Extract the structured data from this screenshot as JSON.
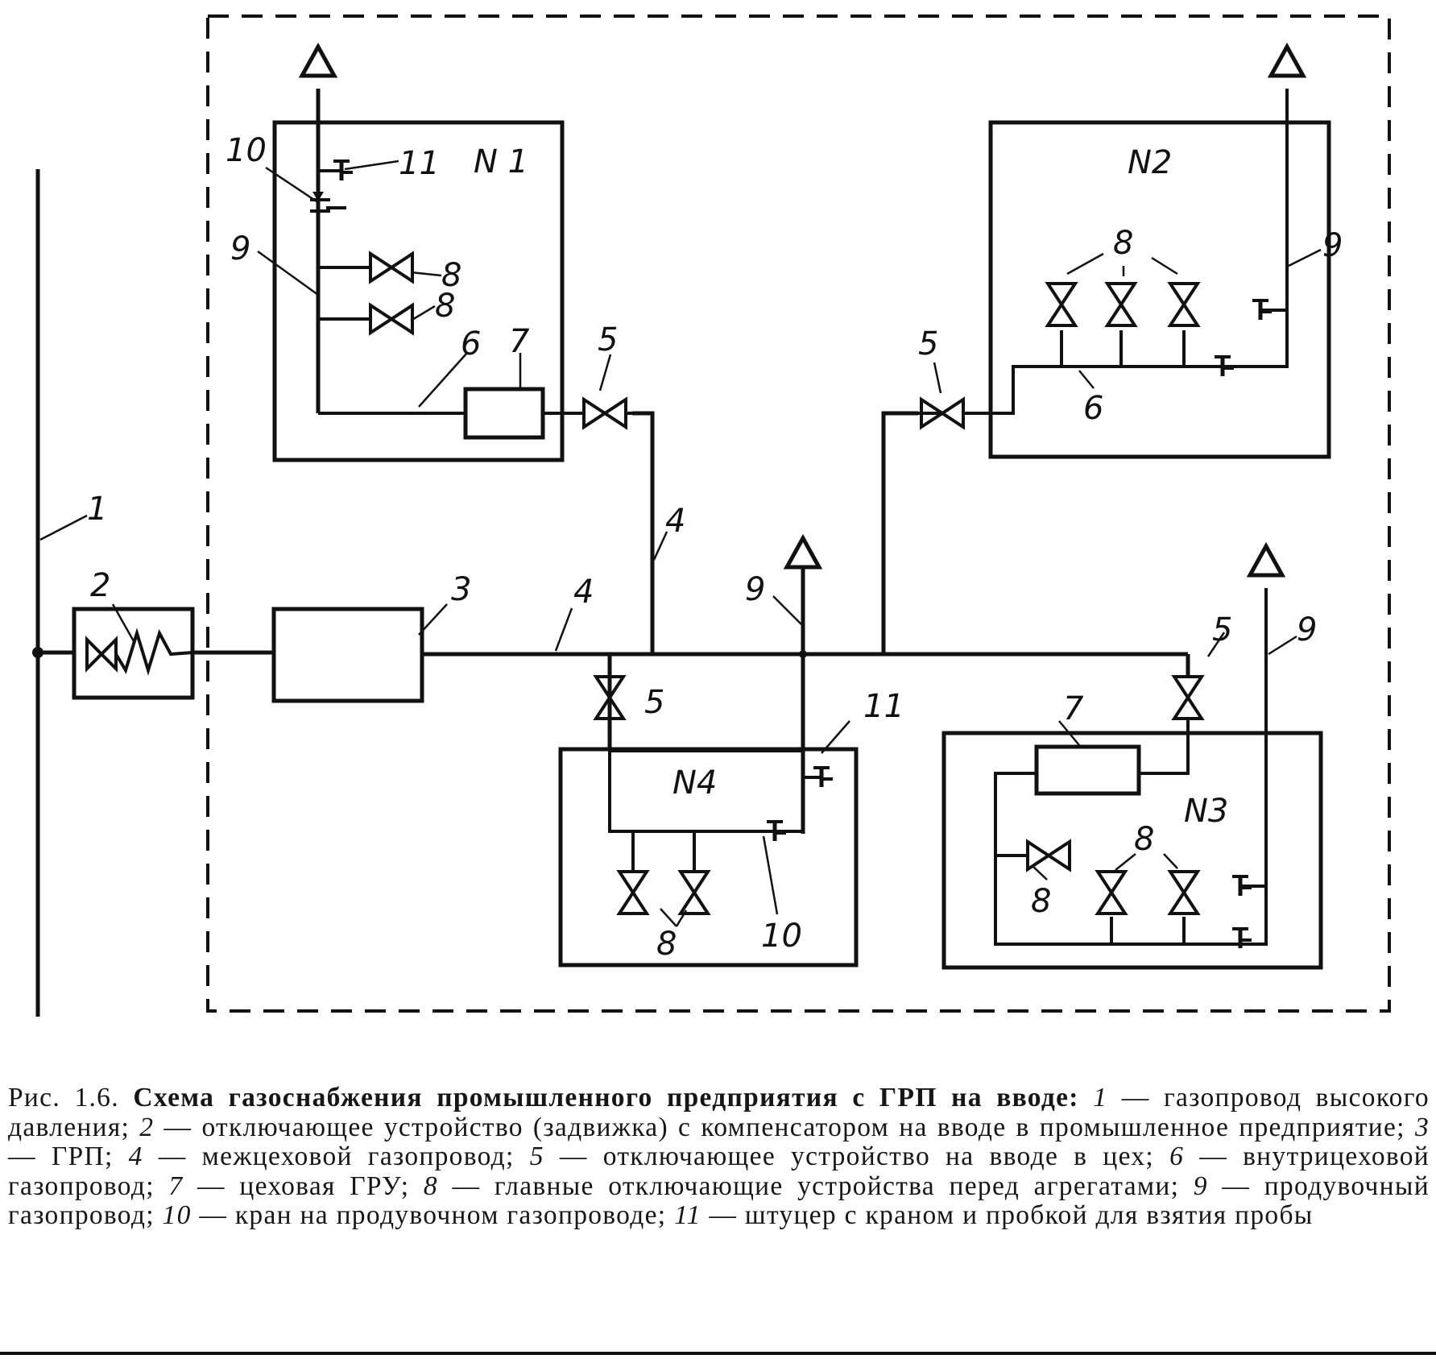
{
  "figure": {
    "shops": [
      {
        "id": "n1",
        "title": "N 1"
      },
      {
        "id": "n2",
        "title": "N2"
      },
      {
        "id": "n3",
        "title": "N3"
      },
      {
        "id": "n4",
        "title": "N4"
      }
    ],
    "callouts": [
      {
        "id": "c1",
        "text": "1"
      },
      {
        "id": "c2",
        "text": "2"
      },
      {
        "id": "c3",
        "text": "3"
      },
      {
        "id": "c4a",
        "text": "4"
      },
      {
        "id": "c4b",
        "text": "4"
      },
      {
        "id": "c5-n1",
        "text": "5"
      },
      {
        "id": "c5-n2",
        "text": "5"
      },
      {
        "id": "c5-n3",
        "text": "5"
      },
      {
        "id": "c5-n4",
        "text": "5"
      },
      {
        "id": "c6-n1",
        "text": "6"
      },
      {
        "id": "c6-n2",
        "text": "6"
      },
      {
        "id": "c7-n1",
        "text": "7"
      },
      {
        "id": "c7-n3",
        "text": "7"
      },
      {
        "id": "c8-n1a",
        "text": "8"
      },
      {
        "id": "c8-n1b",
        "text": "8"
      },
      {
        "id": "c8-n2",
        "text": "8"
      },
      {
        "id": "c8-n3a",
        "text": "8"
      },
      {
        "id": "c8-n3b",
        "text": "8"
      },
      {
        "id": "c8-n4",
        "text": "8"
      },
      {
        "id": "c9-n1",
        "text": "9"
      },
      {
        "id": "c9-n2",
        "text": "9"
      },
      {
        "id": "c9-n3",
        "text": "9"
      },
      {
        "id": "c9-n4",
        "text": "9"
      },
      {
        "id": "c10-n1",
        "text": "10"
      },
      {
        "id": "c10-n4",
        "text": "10"
      },
      {
        "id": "c11-n1",
        "text": "11"
      },
      {
        "id": "c11-n4",
        "text": "11"
      }
    ]
  },
  "caption": {
    "title_prefix": "Рис. 1.6.",
    "title": "Схема газоснабжения промышленного предприятия с ГРП на вводе:",
    "items": [
      {
        "n": "1",
        "text": "газопровод высокого давления;"
      },
      {
        "n": "2",
        "text": "отключающее устройство (задвижка) с компенсатором на вводе в промышленное предприятие;"
      },
      {
        "n": "3",
        "text": "ГРП;"
      },
      {
        "n": "4",
        "text": "межцеховой газопровод;"
      },
      {
        "n": "5",
        "text": "отключающее устройство на вводе в цех;"
      },
      {
        "n": "6",
        "text": "внутрицеховой газопровод;"
      },
      {
        "n": "7",
        "text": "цеховая ГРУ;"
      },
      {
        "n": "8",
        "text": "главные отключающие устройства перед агрегатами;"
      },
      {
        "n": "9",
        "text": "продувочный газопровод;"
      },
      {
        "n": "10",
        "text": "кран на продувочном газопроводе;"
      },
      {
        "n": "11",
        "text": "штуцер с краном и пробкой для взятия пробы"
      }
    ]
  }
}
